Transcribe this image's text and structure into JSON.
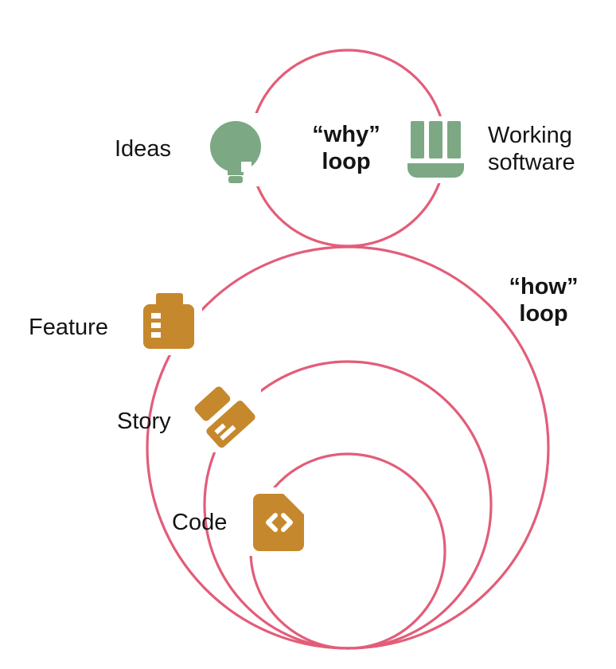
{
  "why_loop": {
    "title_line1": "“why”",
    "title_line2": "loop",
    "left_label": "Ideas",
    "left_icon": "lightbulb-icon",
    "right_label_line1": "Working",
    "right_label_line2": "software",
    "right_icon": "working-software-columns-icon"
  },
  "how_loop": {
    "title_line1": "“how”",
    "title_line2": "loop",
    "levels": [
      {
        "label": "Feature",
        "icon": "feature-board-icon"
      },
      {
        "label": "Story",
        "icon": "story-notes-icon"
      },
      {
        "label": "Code",
        "icon": "code-file-icon"
      }
    ]
  },
  "colors": {
    "loop_stroke": "#e25d79",
    "why_icons": "#7ca884",
    "how_icons": "#c6882d",
    "text": "#141414",
    "background": "#ffffff"
  }
}
